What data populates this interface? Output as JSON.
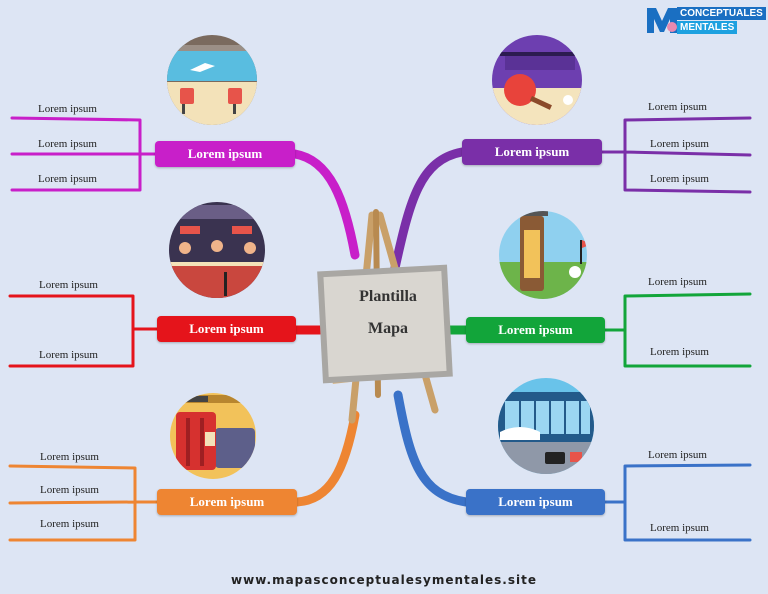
{
  "center": {
    "line1": "Plantilla",
    "line2": "Mapa"
  },
  "branches": [
    {
      "key": "tl",
      "label": "Lorem ipsum",
      "color": "#c81fc9",
      "leaves": [
        "Lorem ipsum",
        "Lorem ipsum",
        "Lorem ipsum"
      ]
    },
    {
      "key": "ml",
      "label": "Lorem ipsum",
      "color": "#e5141b",
      "leaves": [
        "Lorem ipsum",
        "Lorem ipsum"
      ]
    },
    {
      "key": "bl",
      "label": "Lorem ipsum",
      "color": "#ee8532",
      "leaves": [
        "Lorem ipsum",
        "Lorem ipsum",
        "Lorem ipsum"
      ]
    },
    {
      "key": "tr",
      "label": "Lorem ipsum",
      "color": "#7a2fa8",
      "leaves": [
        "Lorem ipsum",
        "Lorem ipsum",
        "Lorem ipsum"
      ]
    },
    {
      "key": "mr",
      "label": "Lorem ipsum",
      "color": "#12a53a",
      "leaves": [
        "Lorem ipsum",
        "Lorem ipsum"
      ]
    },
    {
      "key": "br",
      "label": "Lorem ipsum",
      "color": "#3a72c8",
      "leaves": [
        "Lorem ipsum",
        "Lorem ipsum"
      ]
    }
  ],
  "images": [
    "airport-lounge-icon",
    "ping-pong-icon",
    "reception-desk-icon",
    "golf-bag-icon",
    "luggage-icon",
    "airport-terminal-icon"
  ],
  "logo": {
    "line1": "CONCEPTUALES",
    "line2": "MENTALES",
    "icon": "brain-logo-icon"
  },
  "footer": "www.mapasconceptualesymentales.site"
}
